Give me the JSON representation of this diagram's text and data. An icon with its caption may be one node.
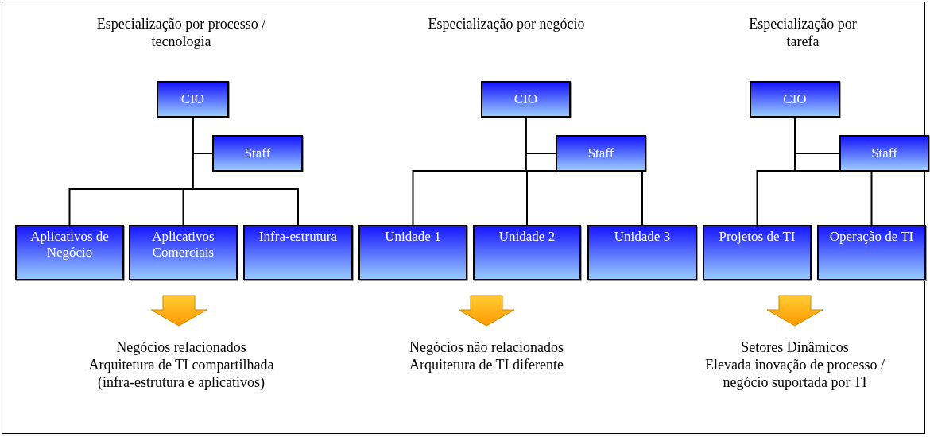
{
  "diagram": {
    "nodes": [
      {
        "text": [
          "CIO"
        ]
      },
      {
        "text": [
          "Staff"
        ]
      },
      {
        "text": [
          "Aplicativos de Negócio"
        ]
      },
      {
        "text": [
          "Aplicativos Comerciais"
        ]
      },
      {
        "text": [
          "Infra-estrutura"
        ]
      },
      {
        "text": [
          "CIO"
        ]
      },
      {
        "text": [
          "Staff"
        ]
      },
      {
        "text": [
          "Unidade 1"
        ]
      },
      {
        "text": [
          "Unidade 2"
        ]
      },
      {
        "text": [
          "Unidade 3"
        ]
      },
      {
        "text": [
          "CIO"
        ]
      },
      {
        "text": [
          "Staff"
        ]
      },
      {
        "text": [
          "Projetos de TI"
        ]
      },
      {
        "text": [
          "Operação de TI"
        ]
      }
    ],
    "edges": [
      {
        "from": 0,
        "to": 1,
        "arrow": "none"
      },
      {
        "from": 0,
        "to": 2,
        "arrow": "none"
      },
      {
        "from": 0,
        "to": 3,
        "arrow": "none"
      },
      {
        "from": 0,
        "to": 4,
        "arrow": "none"
      },
      {
        "from": 5,
        "to": 6,
        "arrow": "none"
      },
      {
        "from": 5,
        "to": 7,
        "arrow": "none"
      },
      {
        "from": 5,
        "to": 8,
        "arrow": "none"
      },
      {
        "from": 5,
        "to": 9,
        "arrow": "none"
      },
      {
        "from": 10,
        "to": 11,
        "arrow": "none"
      },
      {
        "from": 10,
        "to": 12,
        "arrow": "none"
      },
      {
        "from": 10,
        "to": 13,
        "arrow": "none"
      }
    ],
    "labels": [
      "Especialização por processo / tecnologia",
      "Especialização por negócio",
      "Especialização por tarefa",
      "Negócios relacionados",
      "Arquitetura de TI compartilhada",
      "(infra-estrutura e aplicativos)",
      "Negócios não relacionados",
      "Arquitetura de TI diferente",
      "Setores Dinâmicos",
      "Elevada inovação de processo / negócio suportada por TI"
    ]
  }
}
